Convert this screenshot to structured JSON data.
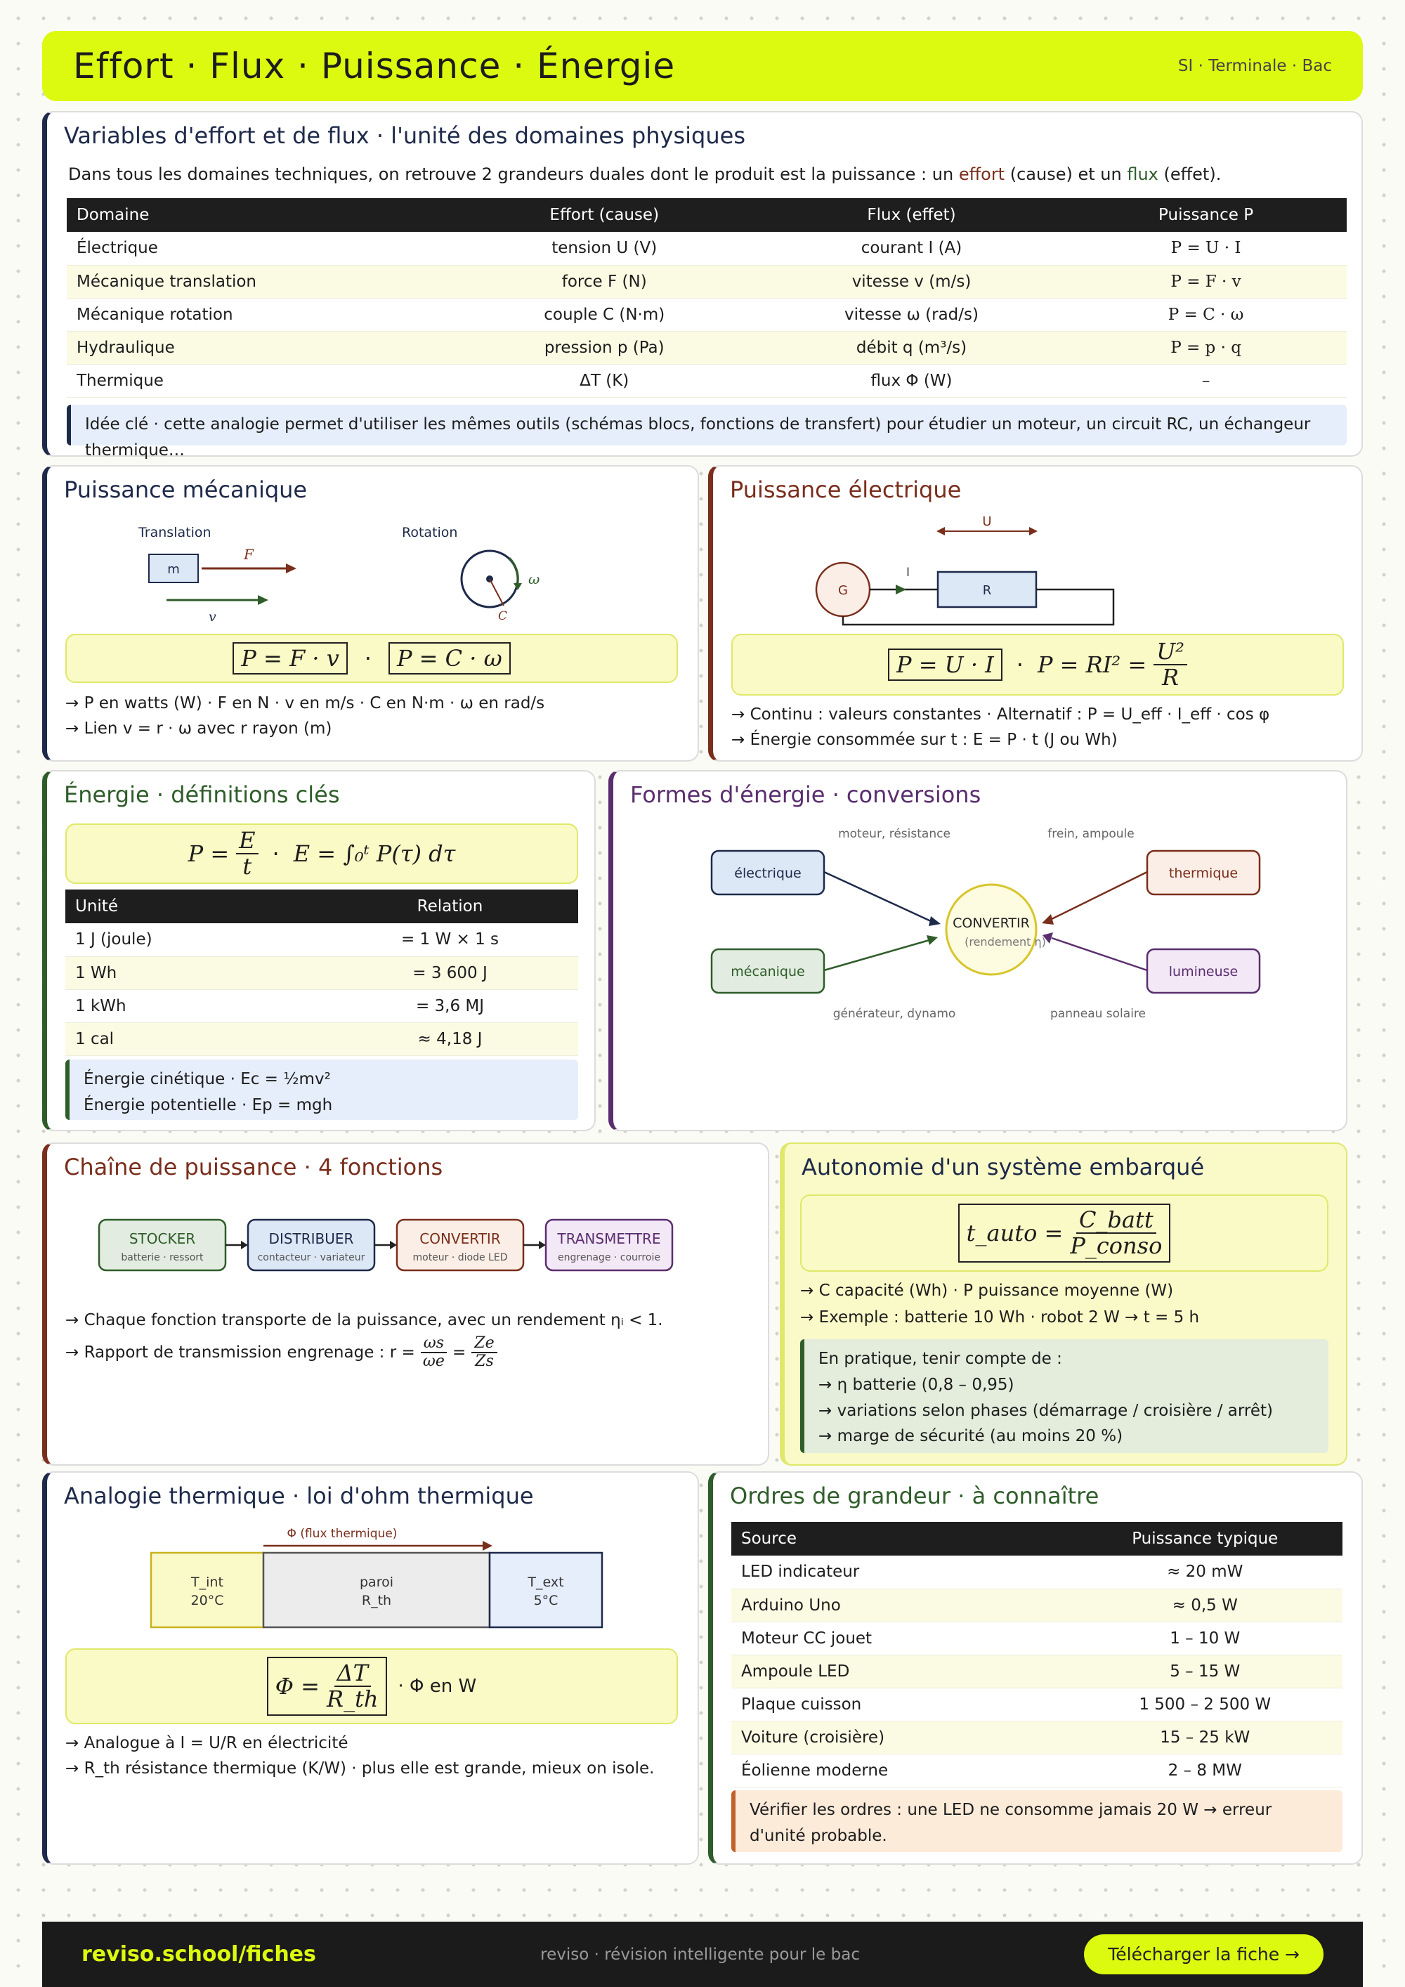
{
  "header": {
    "title": "Effort · Flux · Puissance · Énergie",
    "subtitle": "SI · Terminale · Bac"
  },
  "variables": {
    "title": "Variables d'effort et de flux · l'unité des domaines physiques",
    "intro_a": "Dans tous les domaines techniques, on retrouve 2 grandeurs duales dont le produit est la puissance : un ",
    "intro_effort": "effort",
    "intro_b": " (cause) et un ",
    "intro_flux": "flux",
    "intro_c": " (effet).",
    "headers": [
      "Domaine",
      "Effort (cause)",
      "Flux (effet)",
      "Puissance P"
    ],
    "rows": [
      [
        "Électrique",
        "tension U (V)",
        "courant I (A)",
        "P = U · I"
      ],
      [
        "Mécanique translation",
        "force F (N)",
        "vitesse v (m/s)",
        "P = F · v"
      ],
      [
        "Mécanique rotation",
        "couple C (N·m)",
        "vitesse ω (rad/s)",
        "P = C · ω"
      ],
      [
        "Hydraulique",
        "pression p (Pa)",
        "débit q (m³/s)",
        "P = p · q"
      ],
      [
        "Thermique",
        "ΔT (K)",
        "flux Φ (W)",
        "–"
      ]
    ],
    "note": "Idée clé · cette analogie permet d'utiliser les mêmes outils (schémas blocs, fonctions de transfert) pour étudier un moteur, un circuit RC, un échangeur thermique…"
  },
  "meca": {
    "title": "Puissance mécanique",
    "translation": "Translation",
    "rotation": "Rotation",
    "mass": "m",
    "force": "F",
    "speed": "v",
    "omega": "ω",
    "couple": "C",
    "formula1": "P = F · v",
    "sep": "·",
    "formula2": "P = C · ω",
    "line1": "→ P en watts (W) · F en N · v en m/s · C en N·m · ω en rad/s",
    "line2": "→ Lien v = r · ω avec r rayon (m)"
  },
  "elec": {
    "title": "Puissance électrique",
    "u": "U",
    "i": "I",
    "g": "G",
    "r": "R",
    "formula1": "P = U · I",
    "sep": "·",
    "formula2a": "P = RI² =",
    "num": "U²",
    "den": "R",
    "line1": "→ Continu : valeurs constantes · Alternatif : P = U_eff · I_eff · cos φ",
    "line2": "→ Énergie consommée sur t : E = P · t (J ou Wh)"
  },
  "energie": {
    "title": "Énergie · définitions clés",
    "formula_left": "P =",
    "num": "E",
    "den": "t",
    "sep": "·",
    "formula_right": "E = ∫₀ᵗ P(τ) dτ",
    "headers": [
      "Unité",
      "Relation"
    ],
    "rows": [
      [
        "1 J (joule)",
        "= 1 W × 1 s"
      ],
      [
        "1 Wh",
        "= 3 600 J"
      ],
      [
        "1 kWh",
        "= 3,6 MJ"
      ],
      [
        "1 cal",
        "≈ 4,18 J"
      ]
    ],
    "cinetique": "Énergie cinétique · Ec = ½mv²",
    "potentielle": "Énergie potentielle · Ep = mgh"
  },
  "formes": {
    "title": "Formes d'énergie · conversions",
    "center": "CONVERTIR",
    "center_sub": "(rendement η)",
    "electrique": "électrique",
    "mecanique": "mécanique",
    "thermique": "thermique",
    "lumineuse": "lumineuse",
    "lab_tl": "moteur, résistance",
    "lab_tr": "frein, ampoule",
    "lab_bl": "générateur, dynamo",
    "lab_br": "panneau solaire"
  },
  "chaine": {
    "title": "Chaîne de puissance · 4 fonctions",
    "blocks": [
      {
        "name": "STOCKER",
        "sub": "batterie · ressort"
      },
      {
        "name": "DISTRIBUER",
        "sub": "contacteur · variateur"
      },
      {
        "name": "CONVERTIR",
        "sub": "moteur · diode LED"
      },
      {
        "name": "TRANSMETTRE",
        "sub": "engrenage · courroie"
      }
    ],
    "line1": "→ Chaque fonction transporte de la puissance, avec un rendement ηᵢ < 1.",
    "line2": "→ Rapport de transmission engrenage : r =",
    "num1": "ωs",
    "den1": "ωe",
    "eq": "=",
    "num2": "Ze",
    "den2": "Zs"
  },
  "auto": {
    "title": "Autonomie d'un système embarqué",
    "lhs": "t_auto =",
    "num": "C_batt",
    "den": "P_conso",
    "line1": "→ C capacité (Wh) · P puissance moyenne (W)",
    "line2": "→ Exemple : batterie 10 Wh · robot 2 W → t = 5 h",
    "note_title": "En pratique, tenir compte de :",
    "note_items": [
      "→ η batterie (0,8 – 0,95)",
      "→ variations selon phases (démarrage / croisière / arrêt)",
      "→ marge de sécurité (au moins 20 %)"
    ]
  },
  "thermique": {
    "title": "Analogie thermique · loi d'ohm thermique",
    "flux": "Φ (flux thermique)",
    "tint": "T_int",
    "tint_v": "20°C",
    "paroi": "paroi",
    "rth": "R_th",
    "text": "T_ext",
    "text_v": "5°C",
    "lhs": "Φ =",
    "num": "ΔT",
    "den": "R_th",
    "rhs": "·  Φ en W",
    "line1": "→ Analogue à I = U/R en électricité",
    "line2": "→ R_th résistance thermique (K/W) · plus elle est grande, mieux on isole."
  },
  "ordres": {
    "title": "Ordres de grandeur · à connaître",
    "headers": [
      "Source",
      "Puissance typique"
    ],
    "rows": [
      [
        "LED indicateur",
        "≈ 20 mW"
      ],
      [
        "Arduino Uno",
        "≈ 0,5 W"
      ],
      [
        "Moteur CC jouet",
        "1 – 10 W"
      ],
      [
        "Ampoule LED",
        "5 – 15 W"
      ],
      [
        "Plaque cuisson",
        "1 500 – 2 500 W"
      ],
      [
        "Voiture (croisière)",
        "15 – 25 kW"
      ],
      [
        "Éolienne moderne",
        "2 – 8 MW"
      ]
    ],
    "note": "Vérifier les ordres : une LED ne consomme jamais 20 W → erreur d'unité probable."
  },
  "footer": {
    "brand": "reviso.school/fiches",
    "tagline": "reviso · révision intelligente pour le bac",
    "button": "Télécharger la fiche →"
  },
  "colors": {
    "accent": "#dcfa10",
    "navy": "#1e2a4a",
    "green": "#2f5d2a",
    "red": "#7a2e1c",
    "purple": "#5a2e6e"
  }
}
